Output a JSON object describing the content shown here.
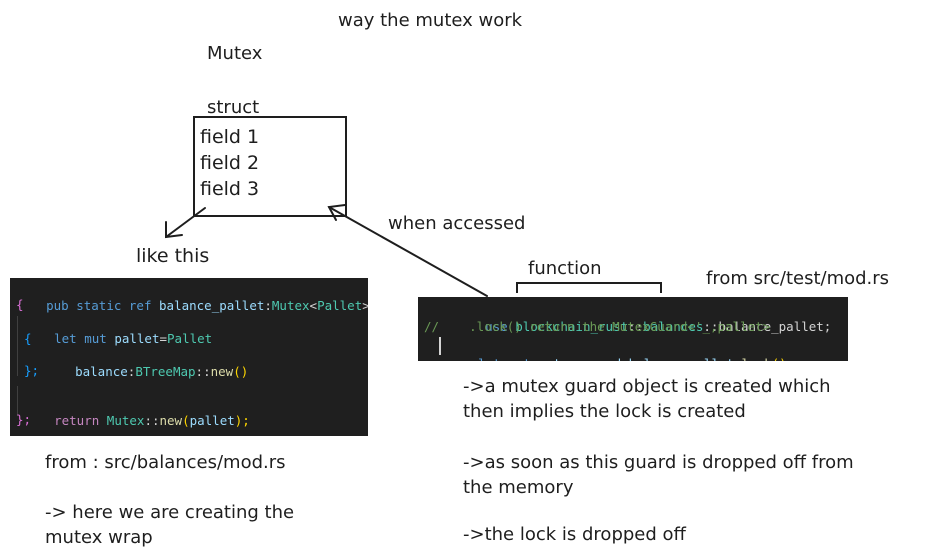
{
  "title": "way the mutex work",
  "mutex_heading": "Mutex",
  "struct_label": "struct",
  "struct_fields": [
    "field 1",
    "field 2",
    "field 3"
  ],
  "like_this_label": "like this",
  "when_accessed_label": "when accessed",
  "function_label": "function",
  "code_left": {
    "line1_kw1": "pub",
    "line1_kw2": "static",
    "line1_kw3": "ref",
    "line1_name": "balance_pallet",
    "line1_colon": ":",
    "line1_type": "Mutex",
    "line1_lt": "<",
    "line1_type2": "Pallet",
    "line1_gt": ">=",
    "line2": "{",
    "line3_kw1": "let",
    "line3_kw2": "mut",
    "line3_var": "pallet",
    "line3_eq": "=",
    "line3_type": "Pallet",
    "line4": "{",
    "line5_field": "balance",
    "line5_colon": ":",
    "line5_type": "BTreeMap",
    "line5_sep": "::",
    "line5_fn": "new",
    "line5_paren": "()",
    "line6": "};",
    "line8_kw": "return",
    "line8_type": "Mutex",
    "line8_sep": "::",
    "line8_fn": "new",
    "line8_open": "(",
    "line8_var": "pallet",
    "line8_close": ");",
    "line9": "};"
  },
  "code_right": {
    "line1_kw": "use",
    "line1_path1": "blockchain_rust",
    "line1_sep1": "::",
    "line1_path2": "balances",
    "line1_sep2": "::",
    "line1_path3": "balance_pallet;",
    "line2_comment": "//    .lock() return the MutexGuard<'_,pallet>",
    "line3_kw1": "let",
    "line3_kw2": "mut",
    "line3_var": "mutex_guard",
    "line3_eq": "=",
    "line3_var2": "balance_pallet",
    "line3_dot": ".",
    "line3_fn": "lock",
    "line3_end": "();"
  },
  "source_right": "from src/test/mod.rs",
  "source_left": "from : src/balances/mod.rs",
  "left_note_lines": [
    "-> here we are creating the",
    "mutex wrap"
  ],
  "right_note_1": [
    "->a mutex guard object is created which",
    "then implies the lock is created"
  ],
  "right_note_2": [
    "->as soon as this guard is dropped off from",
    "the memory"
  ],
  "right_note_3": "->the lock is dropped off"
}
